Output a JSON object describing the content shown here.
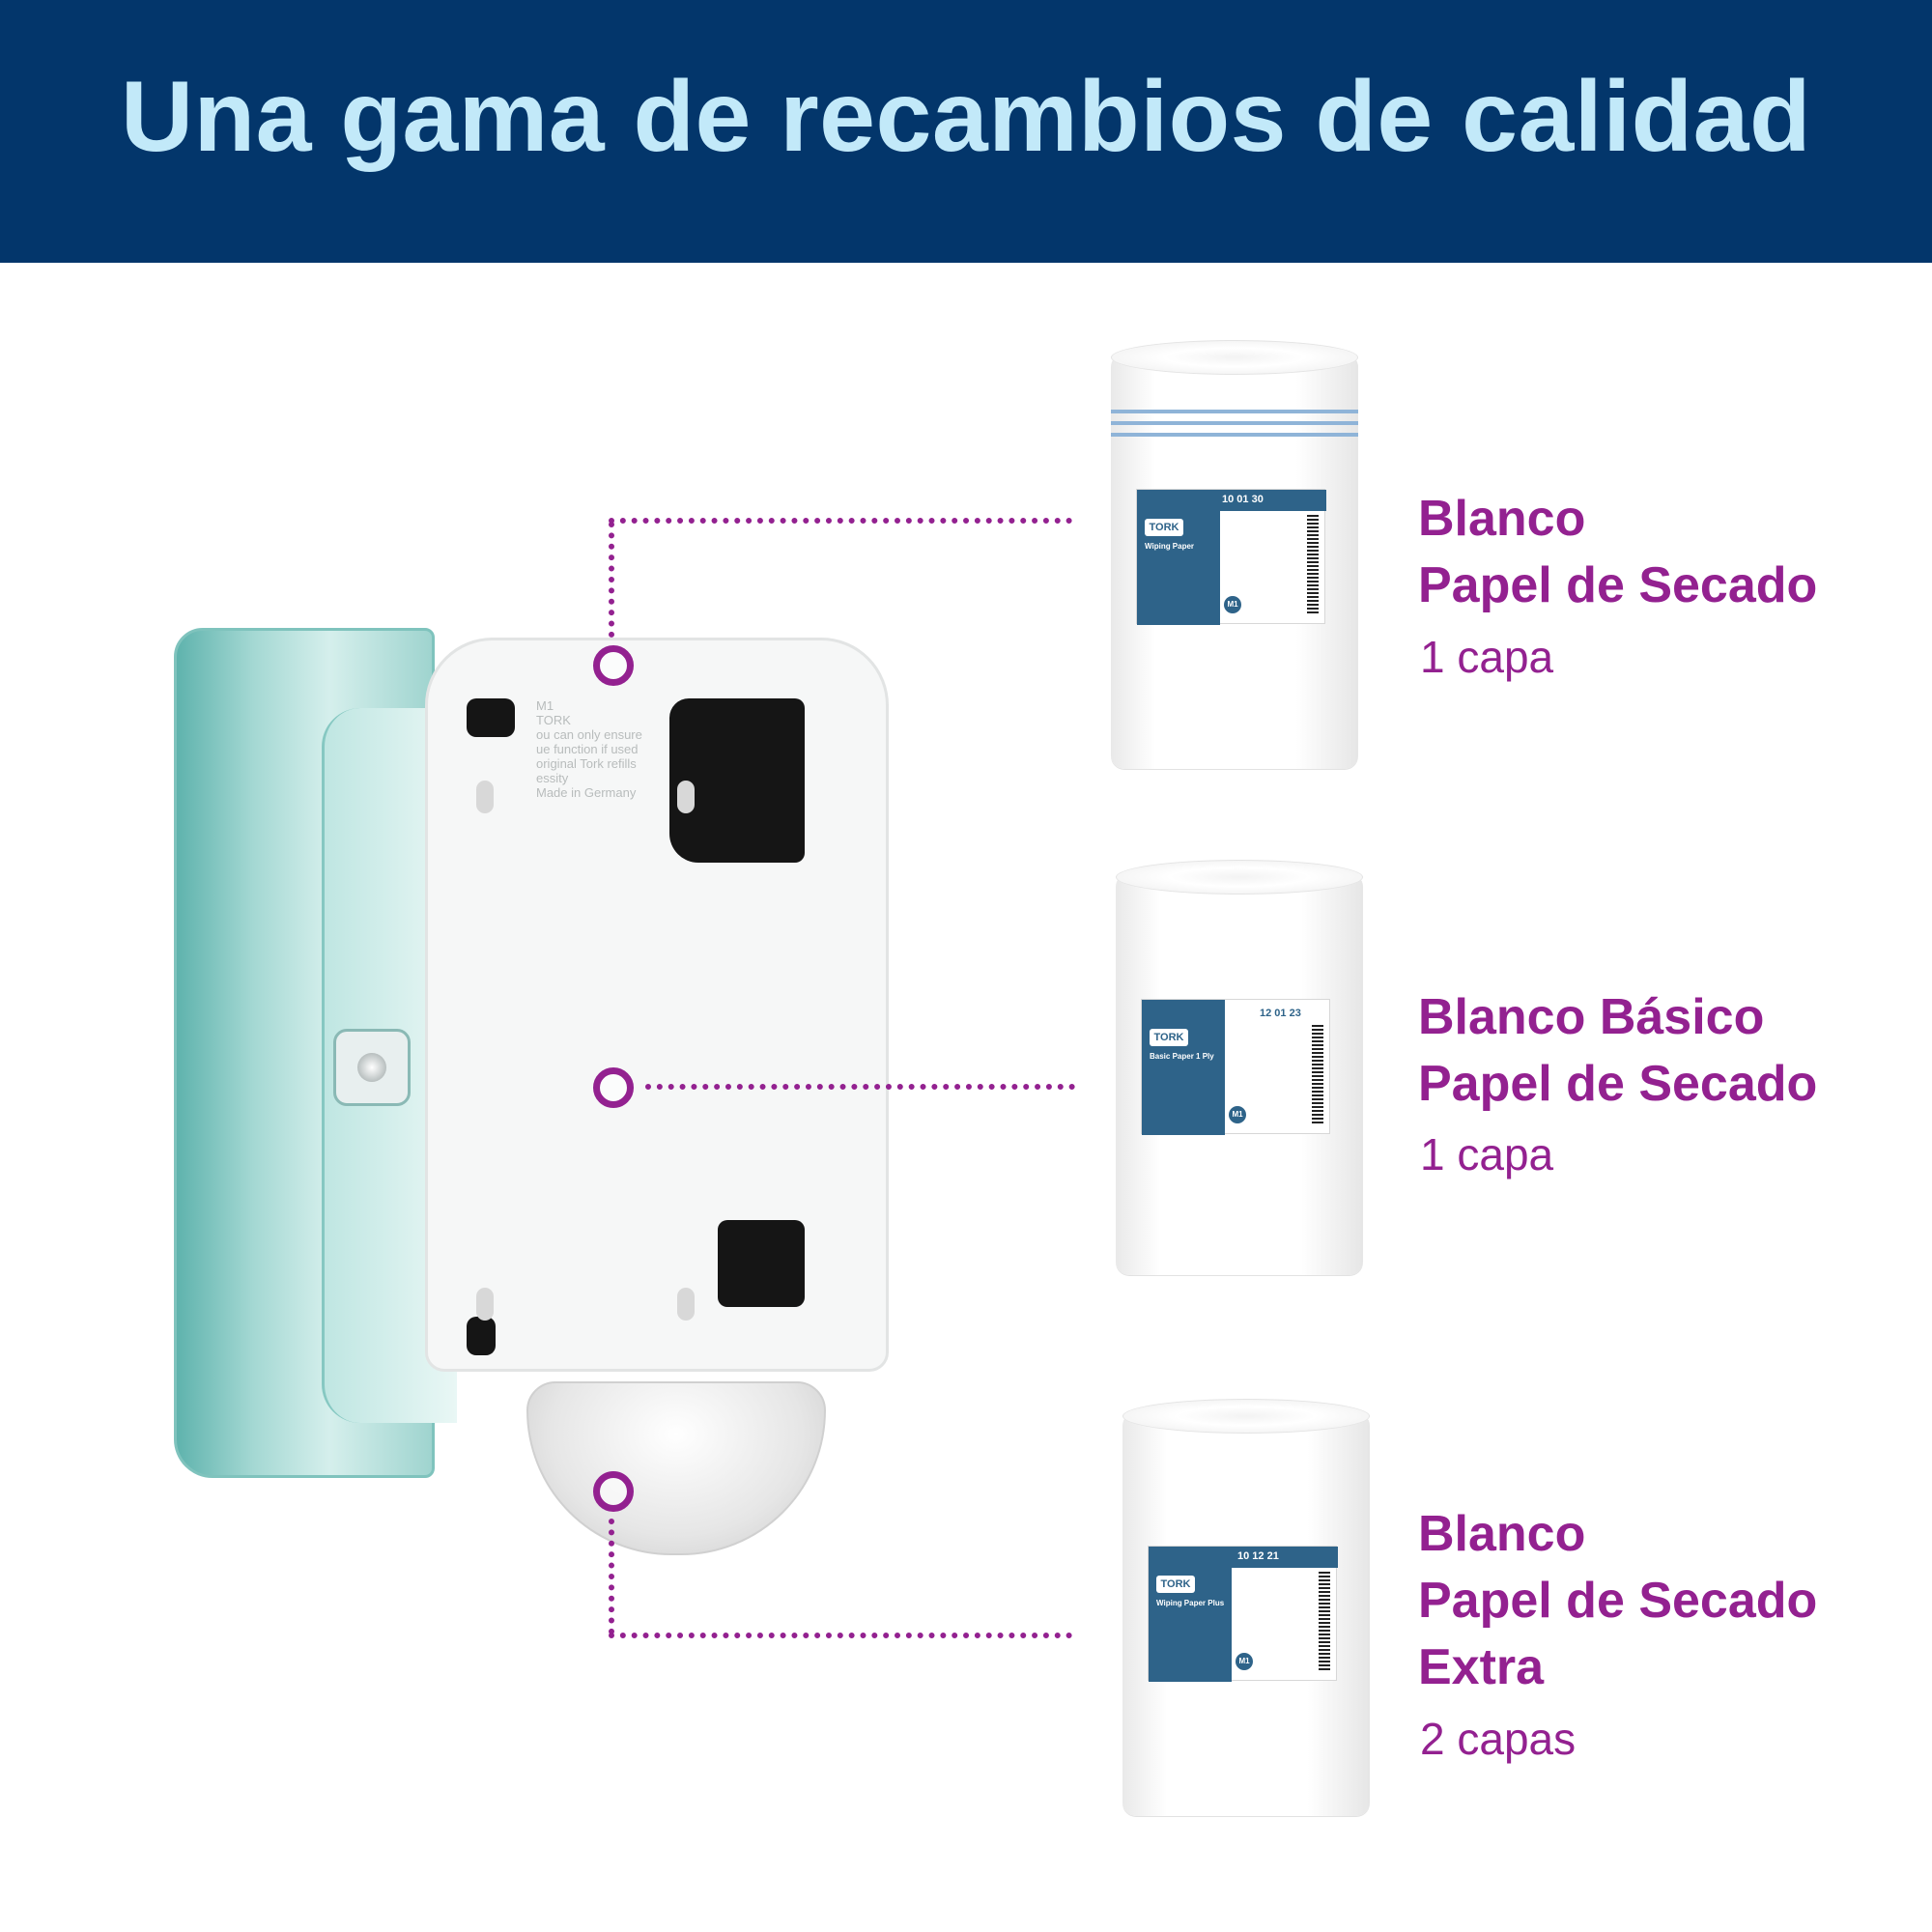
{
  "header": {
    "title": "Una gama de recambios de calidad"
  },
  "colors": {
    "banner": "#03366b",
    "title": "#c2e9f9",
    "accent": "#932190",
    "label_blue": "#2e6389"
  },
  "dispenser": {
    "brand": "TORK",
    "back_text": [
      "M1",
      "TORK",
      "ou can only ensure",
      "ue function if used",
      "original Tork refills",
      "essity",
      "Made in Germany"
    ]
  },
  "products": [
    {
      "title_lines": [
        "Blanco",
        "Papel de Secado"
      ],
      "ply": "1 capa",
      "label": {
        "brand": "TORK",
        "code": "10 01 30",
        "name": "Wiping Paper",
        "size": "M1"
      }
    },
    {
      "title_lines": [
        "Blanco Básico",
        "Papel de Secado"
      ],
      "ply": "1 capa",
      "label": {
        "brand": "TORK",
        "code": "12 01 23",
        "name": "Basic Paper 1 Ply",
        "size": "M1"
      }
    },
    {
      "title_lines": [
        "Blanco",
        "Papel de Secado",
        "Extra"
      ],
      "ply": "2 capas",
      "label": {
        "brand": "TORK",
        "code": "10 12 21",
        "name": "Wiping Paper Plus",
        "size": "M1"
      }
    }
  ]
}
